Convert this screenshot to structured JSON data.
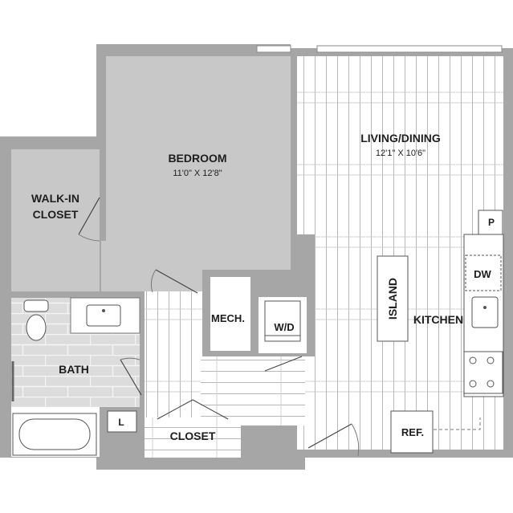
{
  "floor_plan": {
    "rooms": {
      "bedroom": {
        "label": "BEDROOM",
        "dimensions": "11'0\" X 12'8\""
      },
      "living_dining": {
        "label": "LIVING/DINING",
        "dimensions": "12'1\" X 10'6\""
      },
      "walk_in_closet": {
        "line1": "WALK-IN",
        "line2": "CLOSET"
      },
      "bath": {
        "label": "BATH"
      },
      "closet": {
        "label": "CLOSET"
      },
      "kitchen": {
        "label": "KITCHEN"
      },
      "island": {
        "label": "ISLAND"
      },
      "mech": {
        "label": "MECH."
      }
    },
    "appliances": {
      "washer_dryer": "W/D",
      "dishwasher": "DW",
      "pantry": "P",
      "refrigerator": "REF.",
      "linen": "L"
    },
    "colors": {
      "wall": "#a6a6a6",
      "carpet": "#c8c8c8",
      "tile": "#dedede",
      "plank_line": "#b4b4b4",
      "text": "#1e1e1e"
    }
  }
}
